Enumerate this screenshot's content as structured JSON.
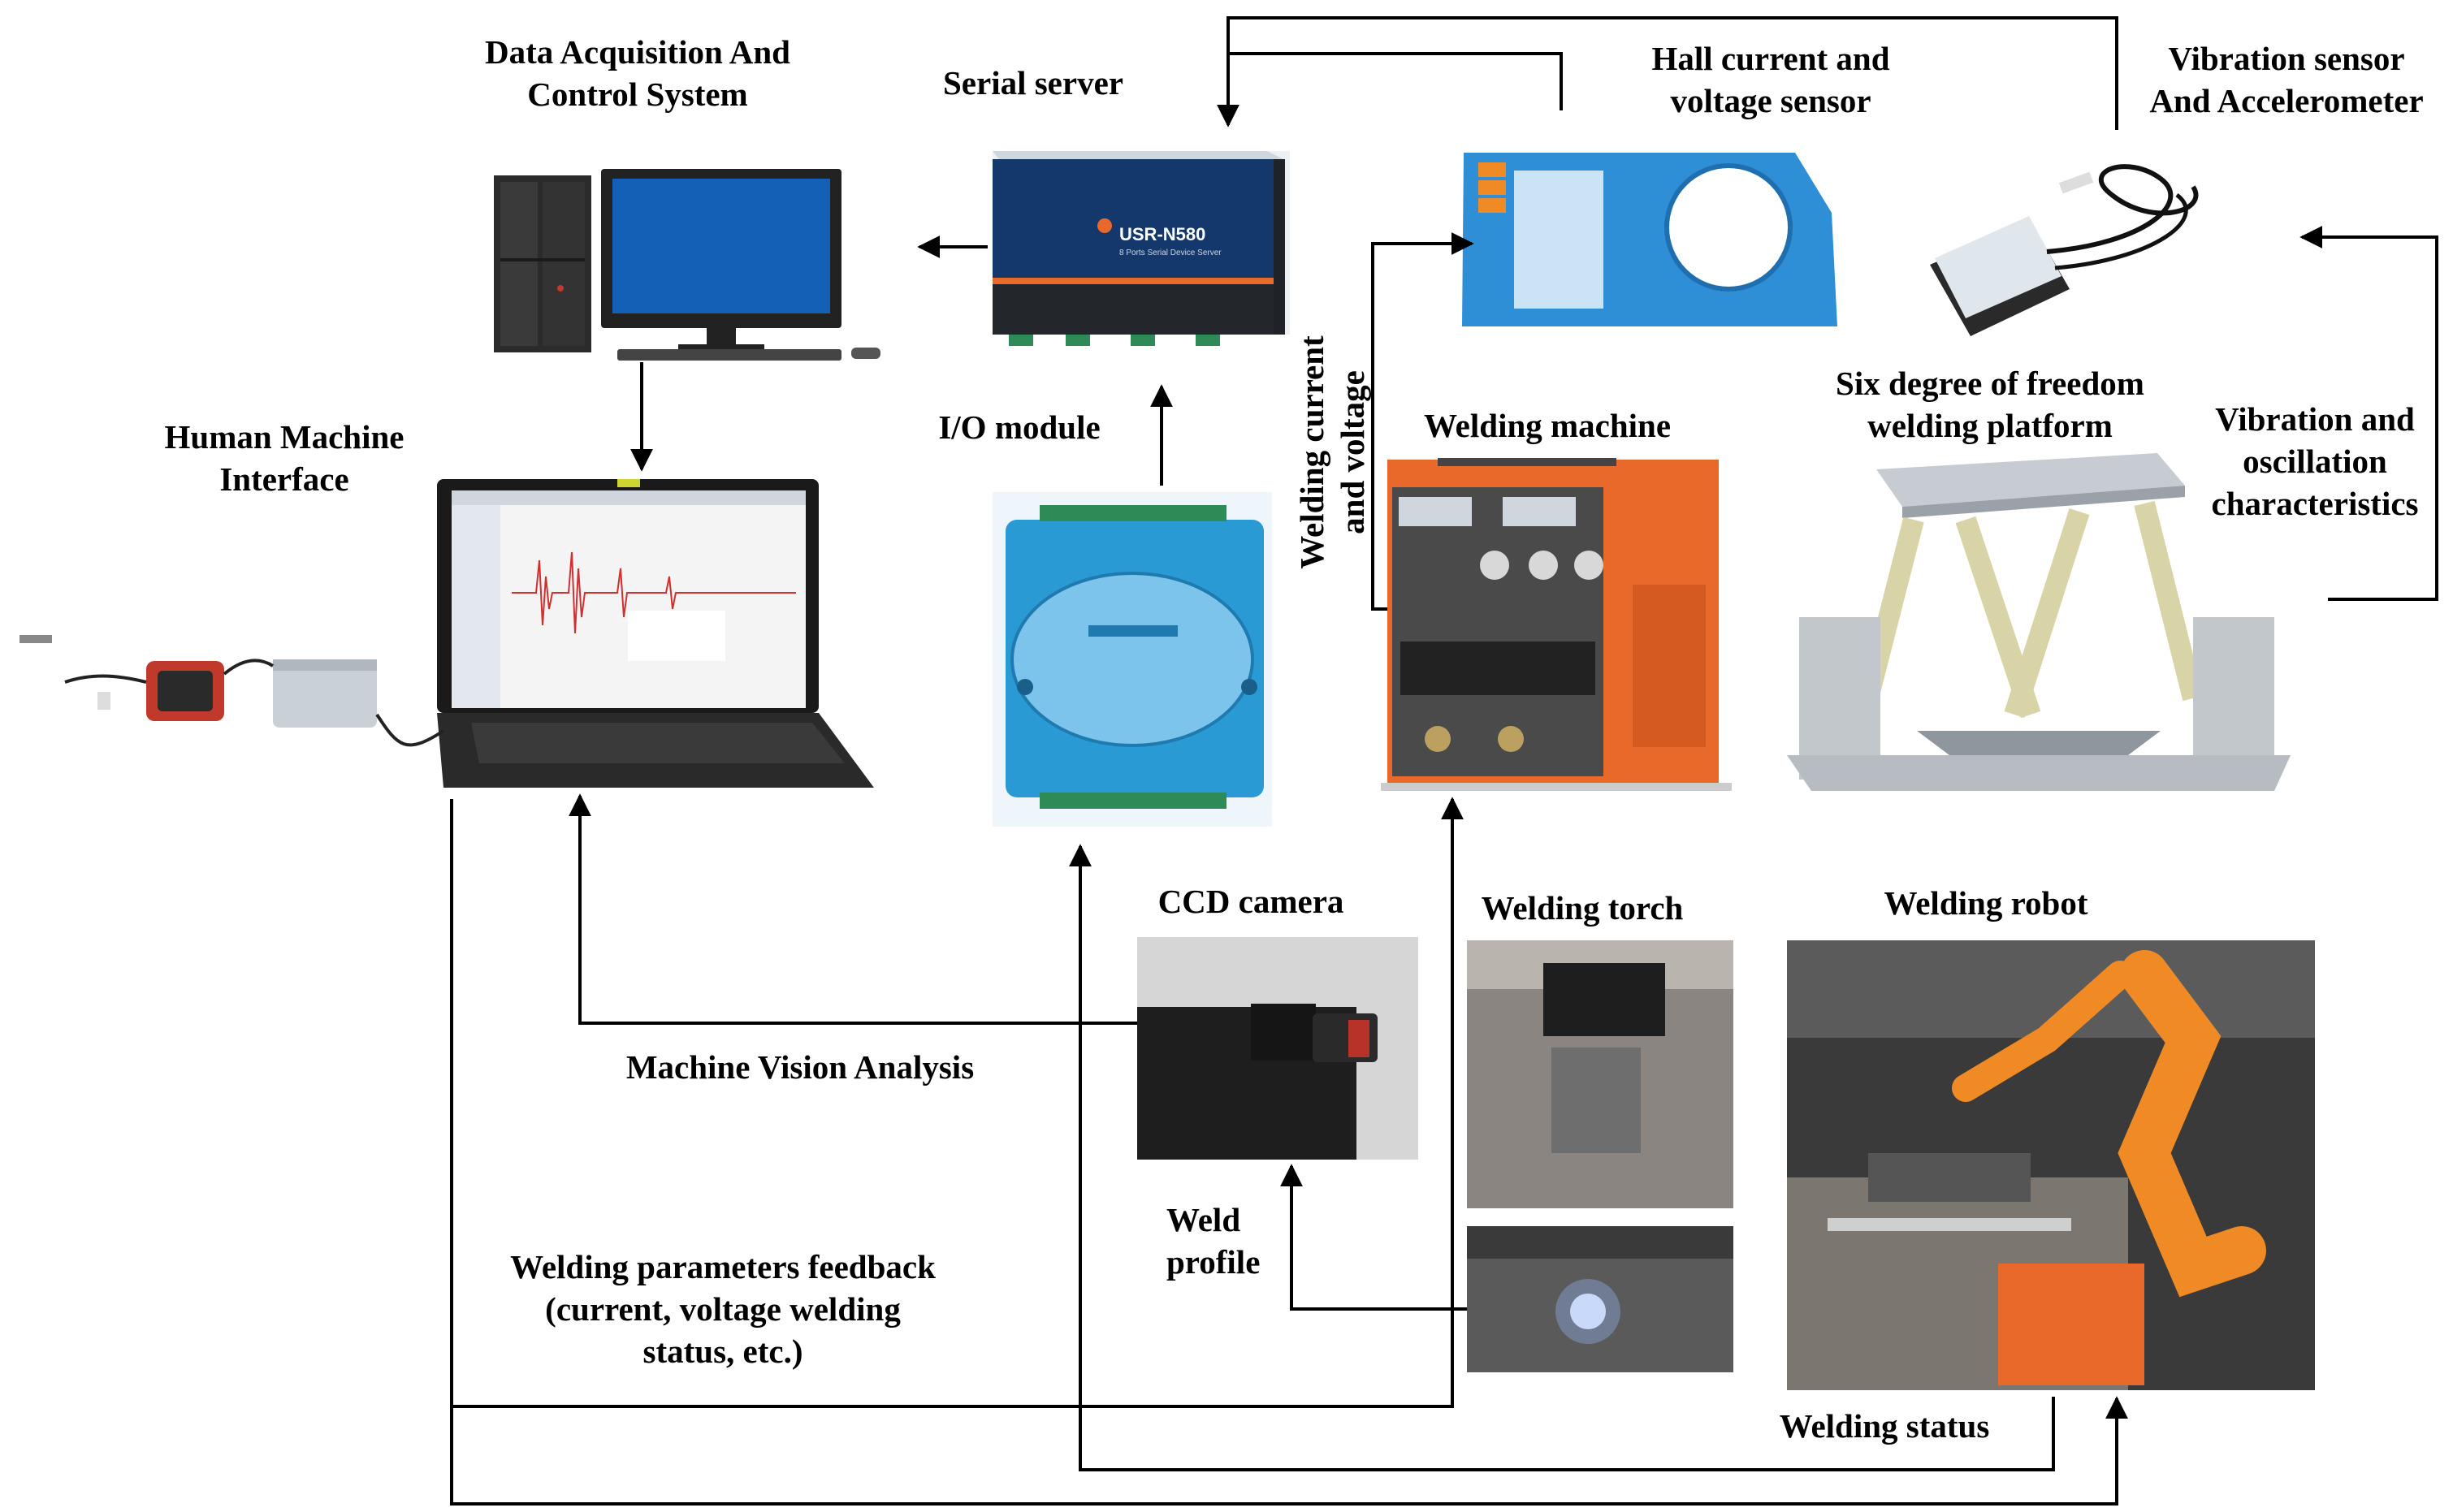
{
  "colors": {
    "line": "#000000",
    "blue_device": "#2f8fd6",
    "orange_machine": "#e8692a",
    "gray_machine": "#555555",
    "robot_orange": "#f08a24",
    "screen_blue": "#1560b7",
    "platform_leg": "#d9d4a8"
  },
  "labels": {
    "daq": [
      "Data Acquisition And",
      "Control System"
    ],
    "serial_server": "Serial server",
    "hall_sensor": [
      "Hall current and",
      "voltage sensor"
    ],
    "vibration_sensor": [
      "Vibration sensor",
      "And Accelerometer"
    ],
    "hmi": [
      "Human Machine",
      "Interface"
    ],
    "io_module": "I/O module",
    "welding_current": [
      "Welding current",
      "and voltage"
    ],
    "welding_machine": "Welding machine",
    "six_dof": [
      "Six degree of freedom",
      "welding platform"
    ],
    "vibration_osc": [
      "Vibration and",
      "oscillation",
      "characteristics"
    ],
    "ccd_camera": "CCD camera",
    "welding_torch": "Welding torch",
    "welding_robot": "Welding robot",
    "machine_vision": "Machine Vision Analysis",
    "weld_profile": [
      "Weld",
      "profile"
    ],
    "welding_params": [
      "Welding parameters feedback",
      "(current, voltage welding",
      "status, etc.)"
    ],
    "welding_status": "Welding status"
  },
  "devices": {
    "serial_brand": "USR-N580",
    "serial_sub": "8 Ports Serial Device Server"
  },
  "icons": {
    "computer": "desktop-computer-icon",
    "serial": "serial-server-device-icon",
    "hall": "hall-sensor-device-icon",
    "accel": "accelerometer-device-icon",
    "laptop": "laptop-icon",
    "io": "io-module-device-icon",
    "welder": "welding-machine-icon",
    "platform": "stewart-platform-icon",
    "camera": "ccd-camera-photo",
    "torch": "welding-torch-photo",
    "robot": "welding-robot-photo"
  }
}
